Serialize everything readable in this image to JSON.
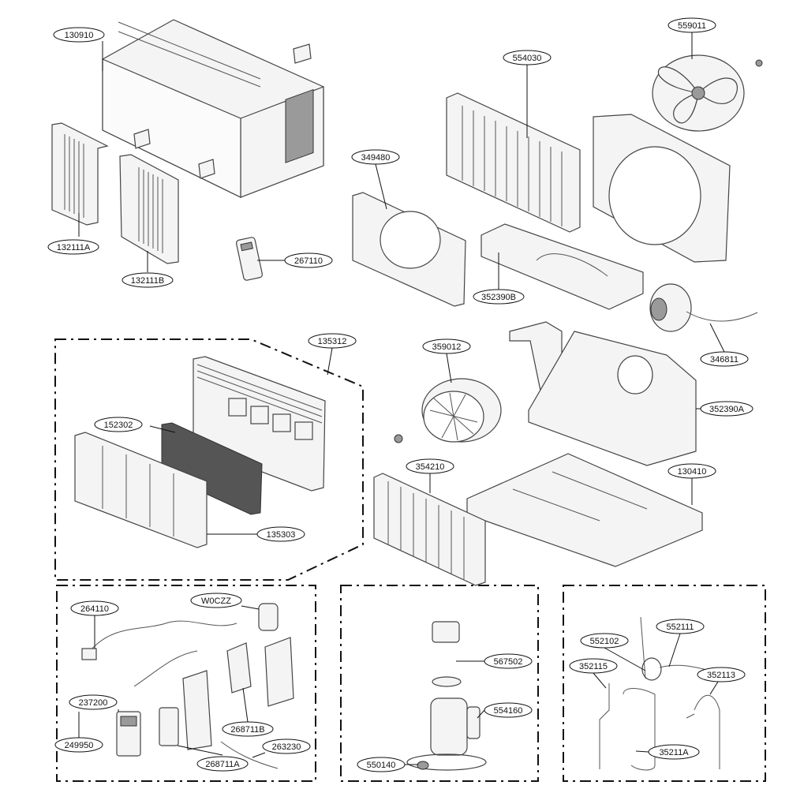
{
  "parts": {
    "p130910": "130910",
    "p132111A": "132111A",
    "p132111B": "132111B",
    "p267110": "267110",
    "p559011": "559011",
    "p554030": "554030",
    "p349480": "349480",
    "p352390B": "352390B",
    "p346811": "346811",
    "p135312": "135312",
    "p359012": "359012",
    "p152302": "152302",
    "p352390A": "352390A",
    "p354210": "354210",
    "p130410": "130410",
    "p135303": "135303",
    "p264110": "264110",
    "pW0CZZ": "W0CZZ",
    "p567502": "567502",
    "p552111": "552111",
    "p552102": "552102",
    "p352115": "352115",
    "p352113": "352113",
    "p237200": "237200",
    "p554160": "554160",
    "p268711B": "268711B",
    "p263230": "263230",
    "p35211A": "35211A",
    "p550140": "550140",
    "p268711A": "268711A",
    "p249950": "249950"
  }
}
